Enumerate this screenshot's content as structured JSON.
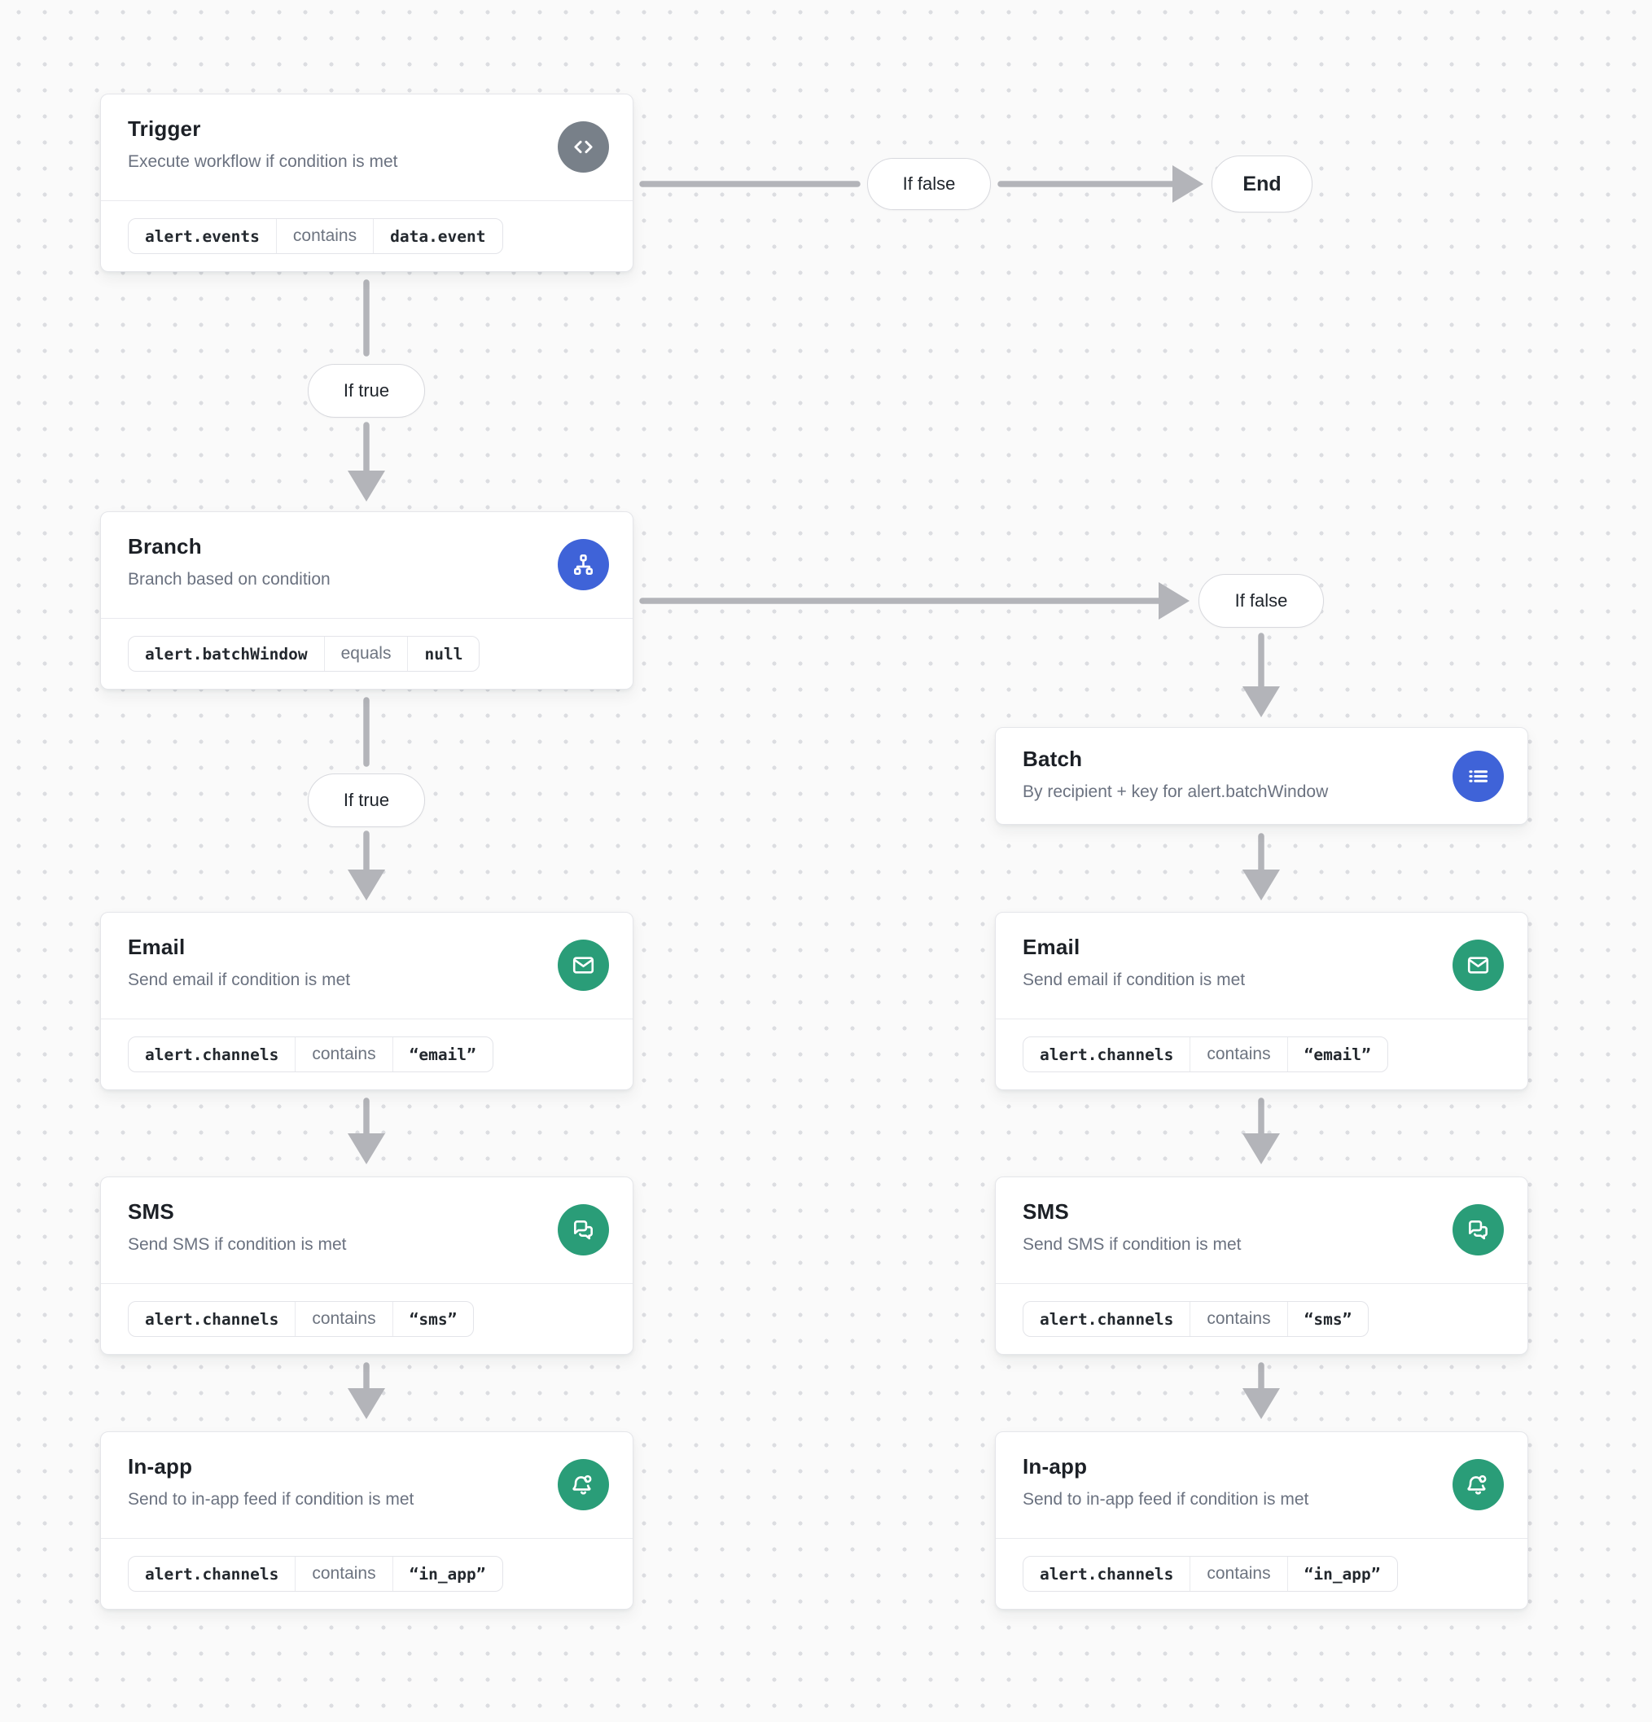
{
  "labels": {
    "if_true": "If true",
    "if_false": "If false",
    "end": "End"
  },
  "nodes": {
    "trigger": {
      "title": "Trigger",
      "subtitle": "Execute workflow if condition is met",
      "icon": "code-icon",
      "condition": {
        "field": "alert.events",
        "operator": "contains",
        "value": "data.event"
      }
    },
    "branch": {
      "title": "Branch",
      "subtitle": "Branch based on condition",
      "icon": "hierarchy-icon",
      "condition": {
        "field": "alert.batchWindow",
        "operator": "equals",
        "value": "null"
      }
    },
    "batch": {
      "title": "Batch",
      "subtitle": "By recipient + key for alert.batchWindow",
      "icon": "list-icon"
    },
    "email": {
      "title": "Email",
      "subtitle": "Send email if condition is met",
      "icon": "mail-icon",
      "condition": {
        "field": "alert.channels",
        "operator": "contains",
        "value": "“email”"
      }
    },
    "sms": {
      "title": "SMS",
      "subtitle": "Send SMS if condition is met",
      "icon": "chat-icon",
      "condition": {
        "field": "alert.channels",
        "operator": "contains",
        "value": "“sms”"
      }
    },
    "inapp": {
      "title": "In-app",
      "subtitle": "Send to in-app feed if condition is met",
      "icon": "bell-icon",
      "condition": {
        "field": "alert.channels",
        "operator": "contains",
        "value": "“in_app”"
      }
    }
  },
  "colors": {
    "canvas_bg": "#fafafa",
    "dot_grid": "#dcdde1",
    "edge": "#b3b4b9",
    "trigger_icon_bg": "#788089",
    "branch_icon_bg": "#3f63d8",
    "channel_icon_bg": "#2a9d78",
    "card_border": "#e5e6ea",
    "title_text": "#1c2026",
    "subtitle_text": "#6b7280",
    "operator_text": "#6d7480",
    "code_text": "#23282e"
  }
}
